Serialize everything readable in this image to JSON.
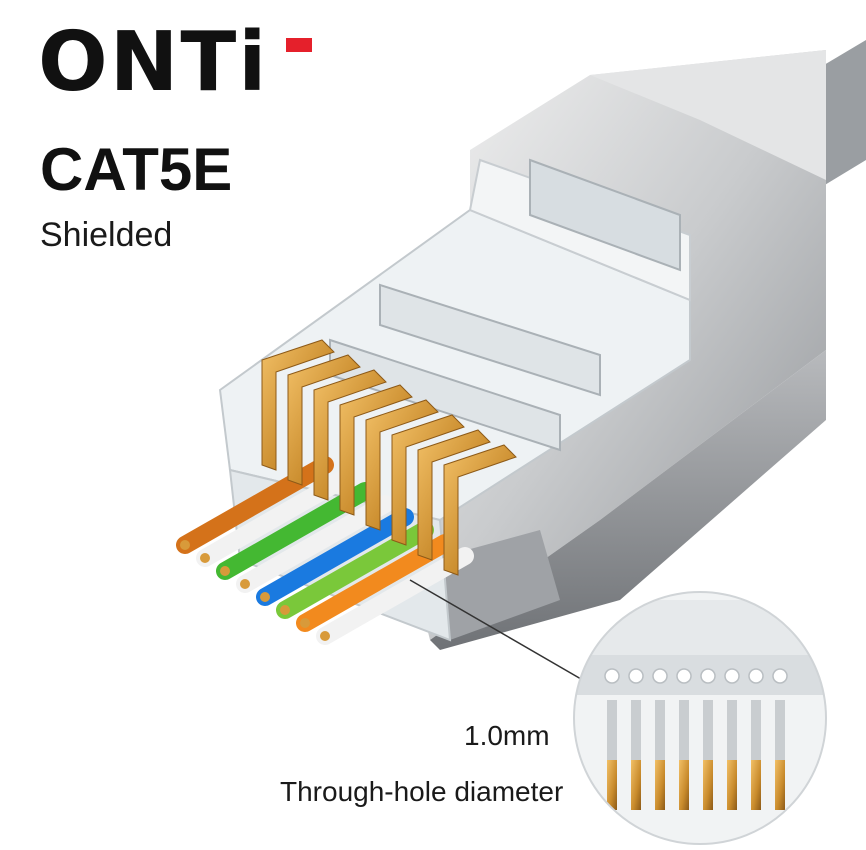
{
  "brand": {
    "name": "ONTi",
    "accent_color": "#e5202b"
  },
  "product": {
    "category": "CAT5E",
    "type": "Shielded"
  },
  "detail": {
    "hole_diameter": "1.0mm",
    "caption": "Through-hole diameter"
  },
  "wires": {
    "colors": [
      "#d4721a",
      "#f2f2f2",
      "#44b832",
      "#f2f2f2",
      "#1a7ae0",
      "#7ac83a",
      "#f28a1e",
      "#f2f2f2"
    ]
  }
}
